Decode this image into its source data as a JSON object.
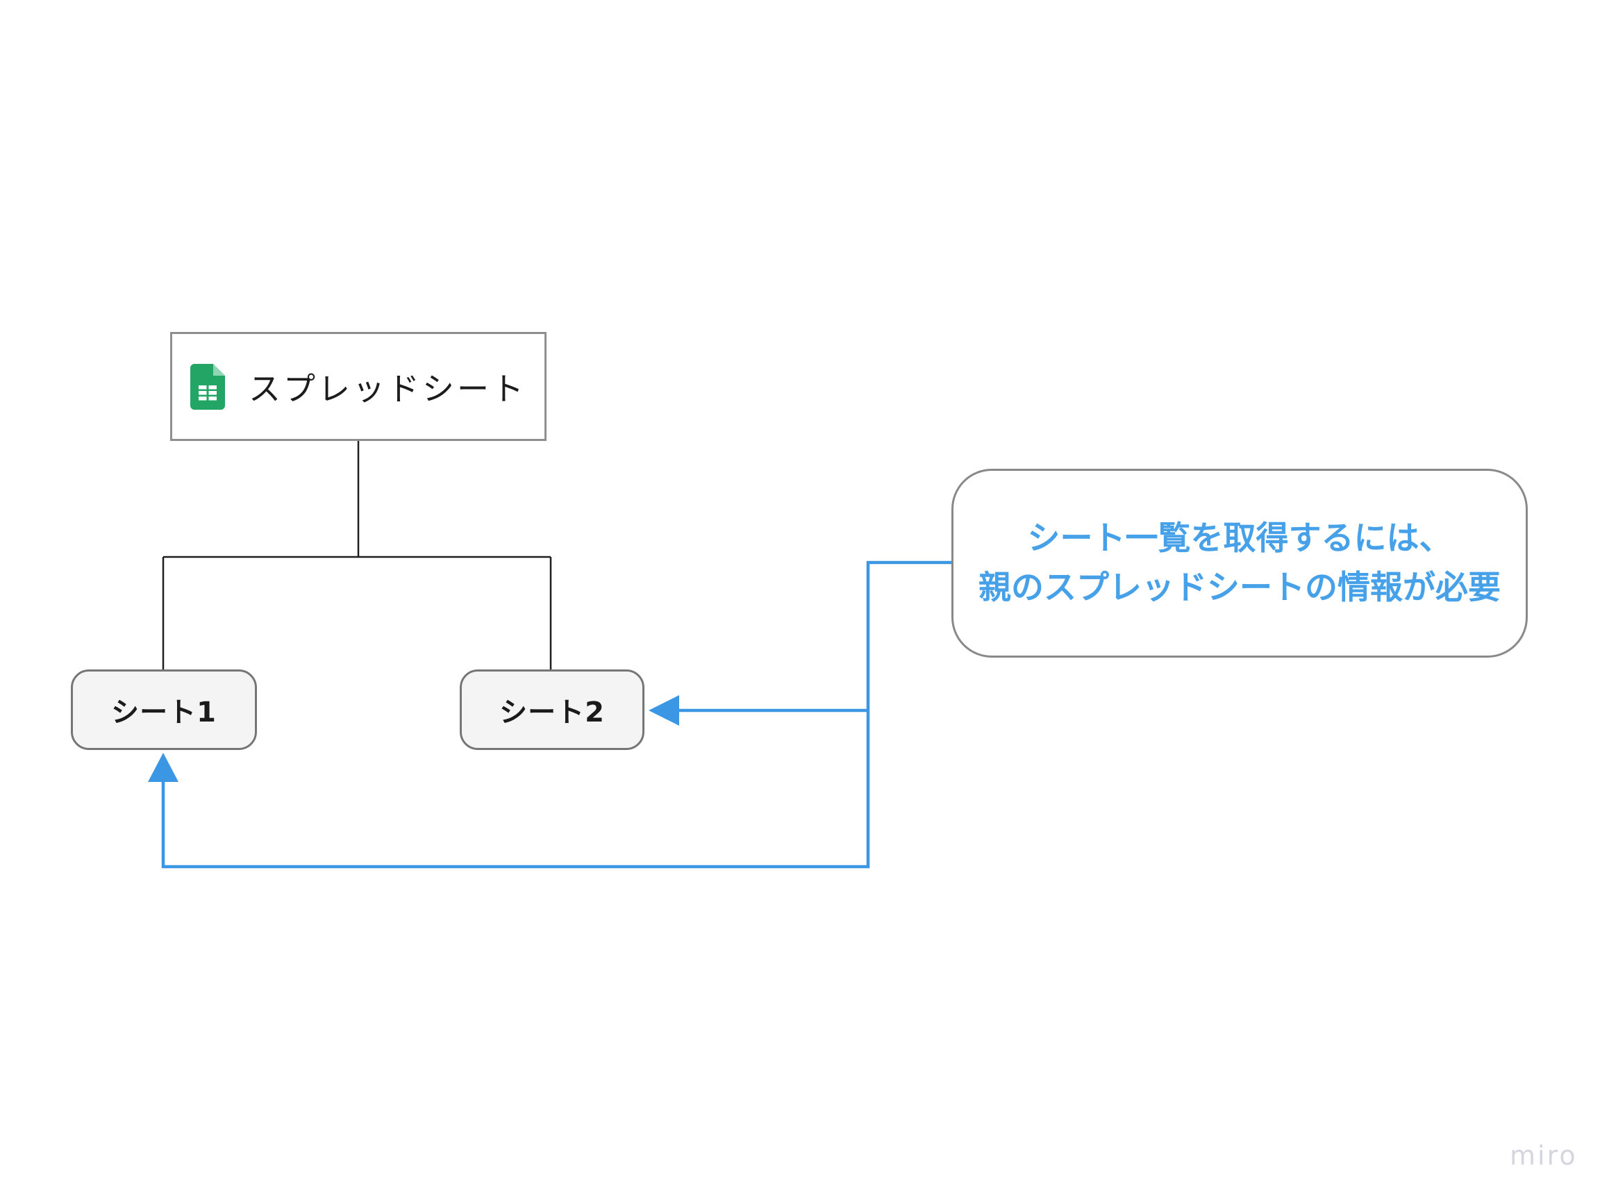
{
  "diagram": {
    "nodes": {
      "spreadsheet": {
        "label": "スプレッドシート",
        "icon": "google-sheets-icon"
      },
      "sheet1": {
        "label": "シート1"
      },
      "sheet2": {
        "label": "シート2"
      }
    },
    "callout": {
      "line1": "シート一覧を取得するには、",
      "line2": "親のスプレッドシートの情報が必要"
    },
    "edges": [
      {
        "from": "spreadsheet",
        "to": "sheet1",
        "style": "tree-line"
      },
      {
        "from": "spreadsheet",
        "to": "sheet2",
        "style": "tree-line"
      },
      {
        "from": "callout",
        "to": "sheet2",
        "style": "blue-arrow"
      },
      {
        "from": "callout",
        "to": "sheet1",
        "style": "blue-arrow"
      }
    ]
  },
  "watermark": "miro",
  "colors": {
    "connector_blue": "#3B97E4",
    "callout_text_blue": "#47A1E8",
    "tree_line_black": "#1F1F1F",
    "node_border_gray": "#8F8F8F",
    "sheet_fill_gray": "#F4F4F5",
    "sheets_icon_green": "#23A566",
    "sheets_icon_fold_green": "#8FD6B4",
    "watermark_gray": "#D5D5DF"
  }
}
